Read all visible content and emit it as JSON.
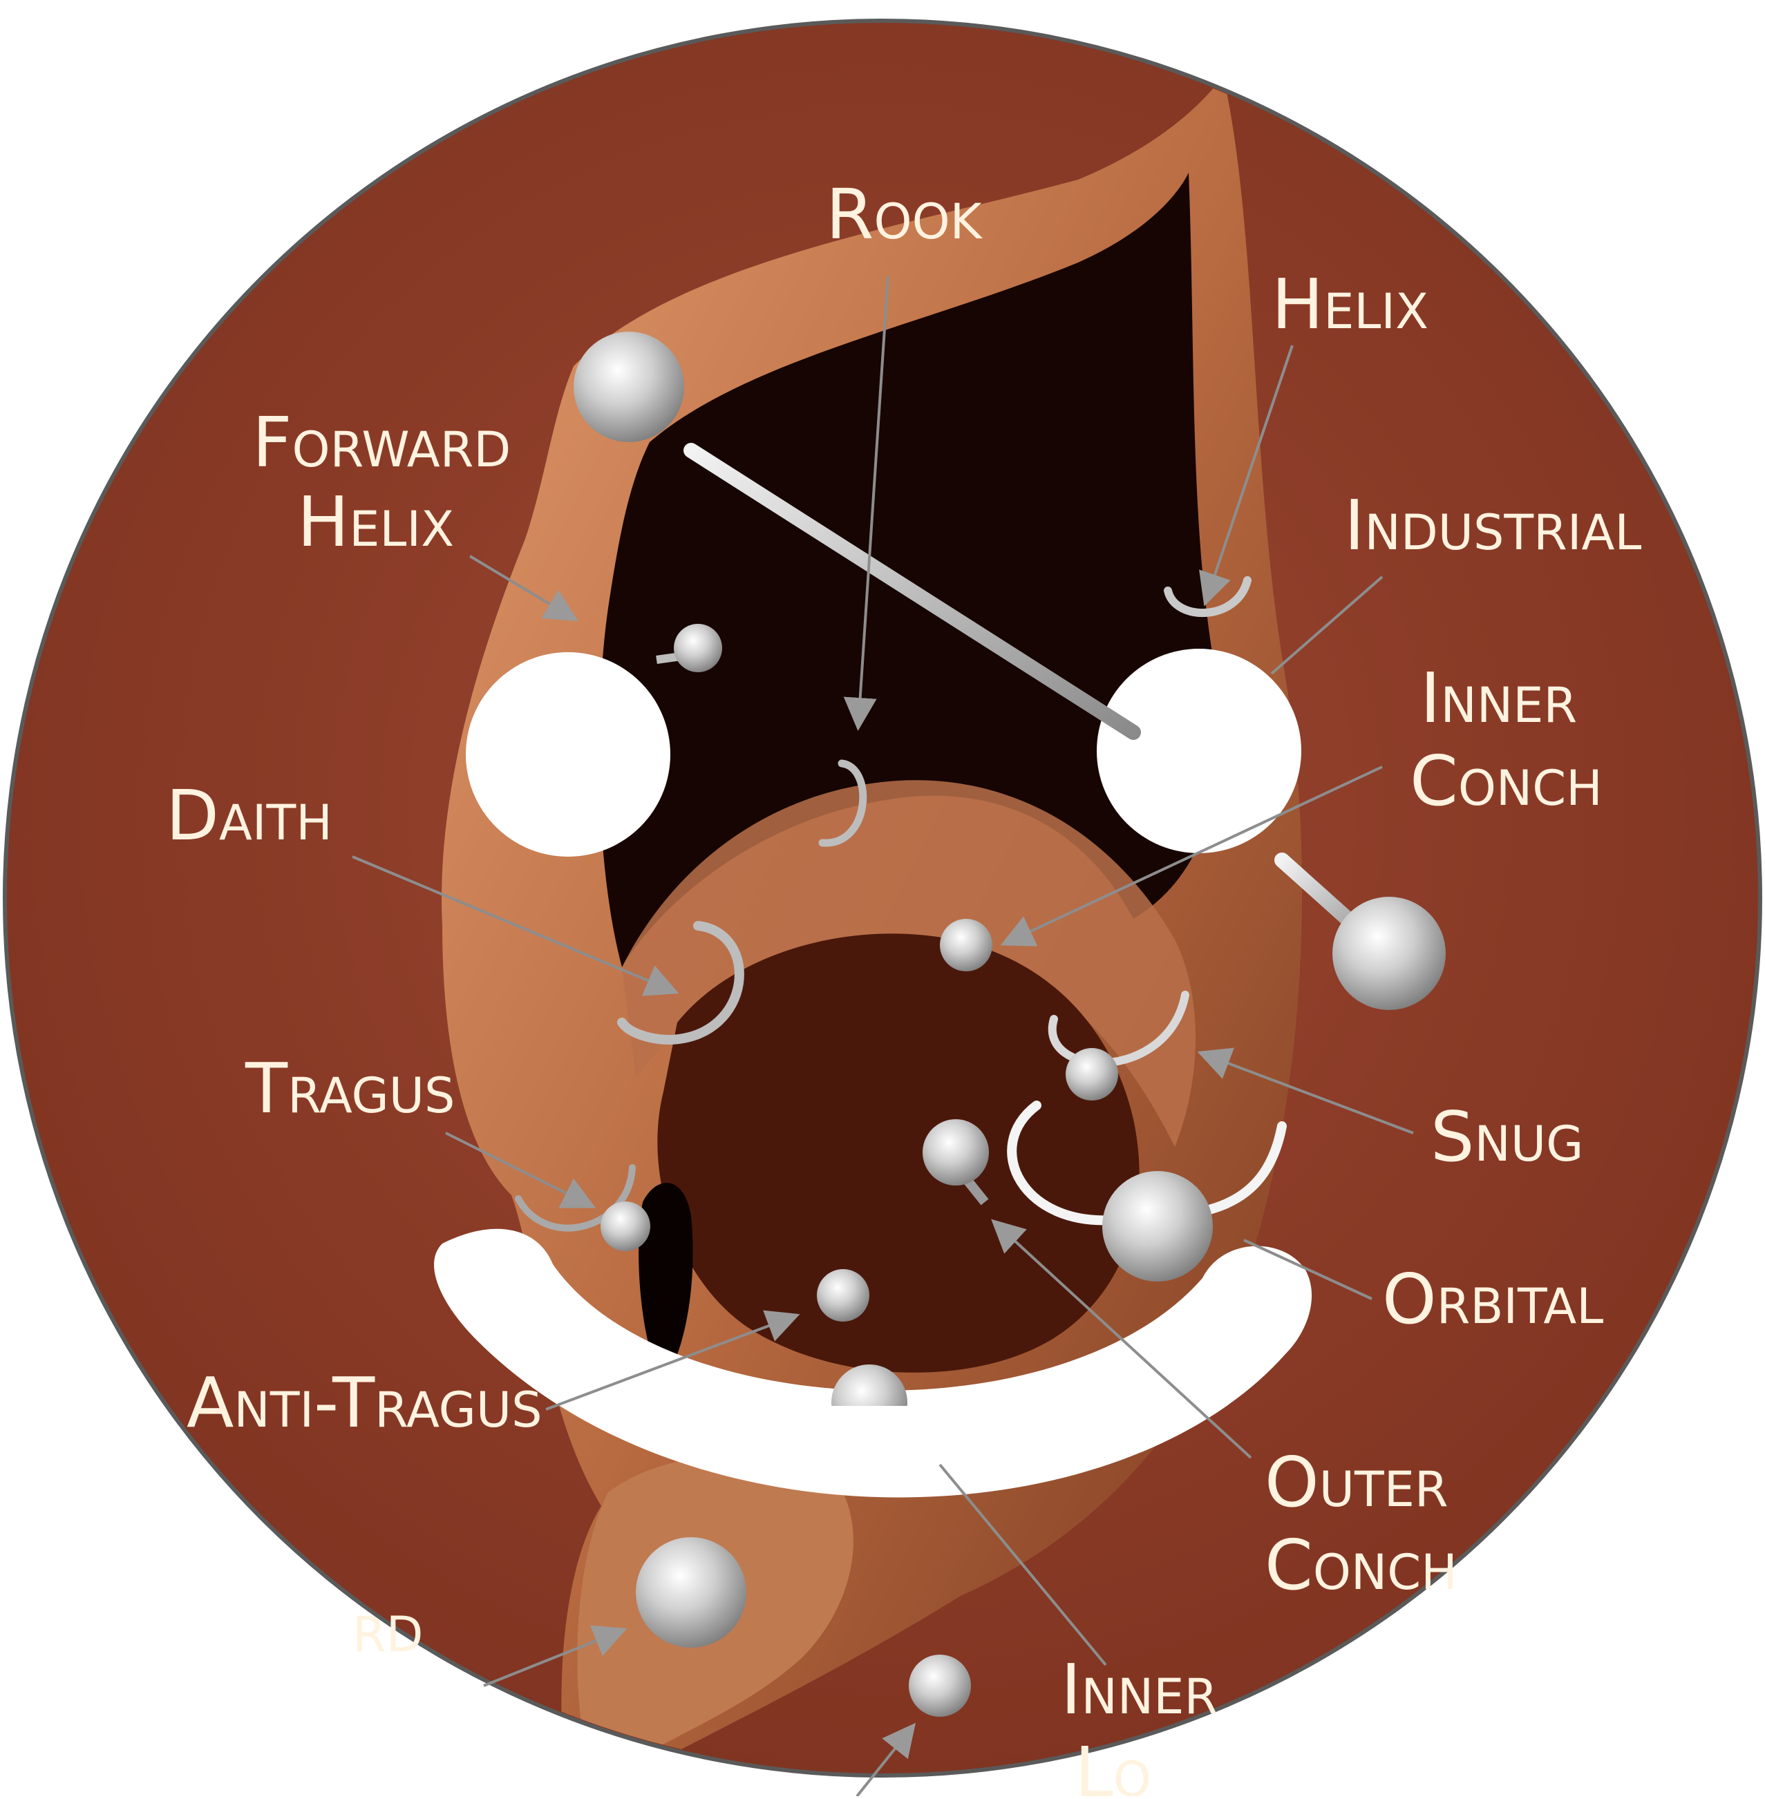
{
  "diagram": {
    "colors": {
      "disc": "#8a3b25",
      "disc_edge": "#5a5a5a",
      "skin_light": "#d08a5e",
      "skin_dark": "#1a0703",
      "label": "#fff3e0",
      "leader": "#8d8d8d",
      "metal": "#d4d4d4",
      "cutout": "#ffffff"
    },
    "labels": {
      "rook": "Rook",
      "helix": "Helix",
      "forward_helix_1": "Forward",
      "forward_helix_2": "Helix",
      "industrial": "Industrial",
      "inner_conch_1": "Inner",
      "inner_conch_2": "Conch",
      "daith": "Daith",
      "tragus": "Tragus",
      "snug": "Snug",
      "orbital": "Orbital",
      "anti_tragus": "Anti-Tragus",
      "outer_conch_1": "Outer",
      "outer_conch_2": "Conch",
      "inner_lobe_1": "Inner",
      "inner_lobe_2": "Lo",
      "partial_left": "rd"
    },
    "shapes": {
      "disc": "circle",
      "eye_cutouts": 2,
      "smile_cutout": "arc"
    }
  }
}
